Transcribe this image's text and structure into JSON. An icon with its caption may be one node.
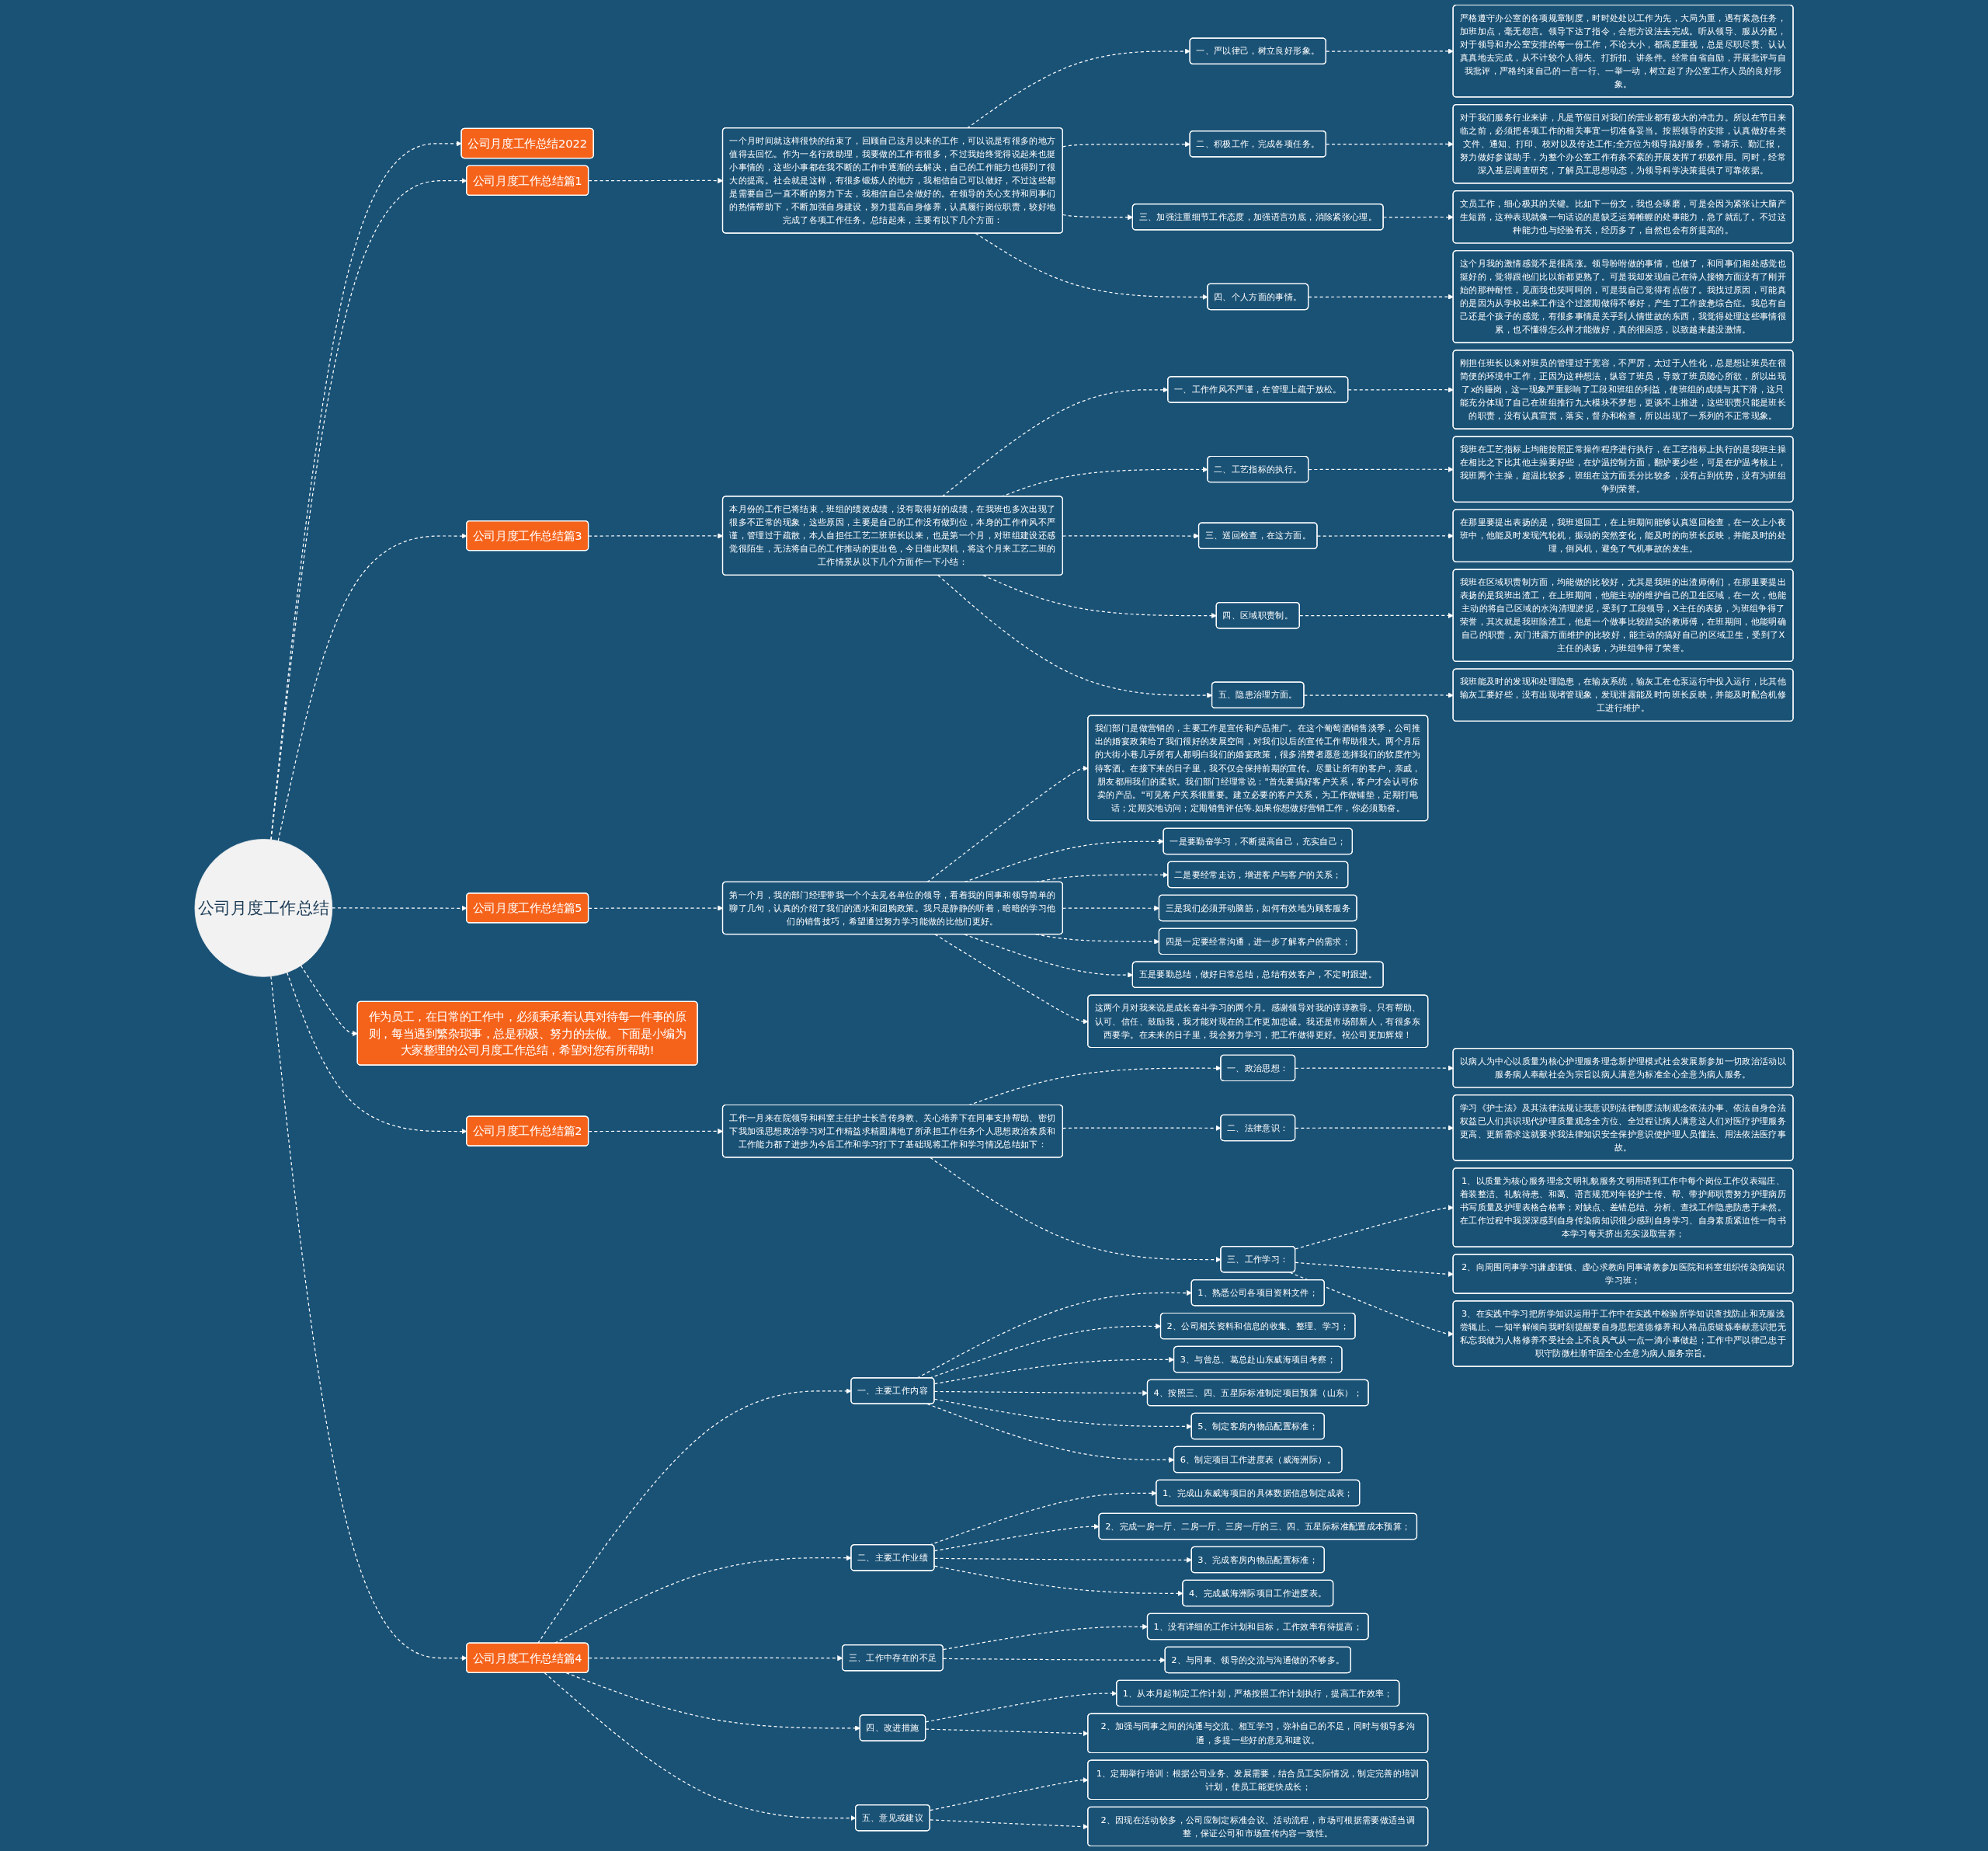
{
  "diagram": {
    "nodes": [
      {
        "text": [
          "公司月度工作总结"
        ]
      },
      {
        "text": [
          "公司月度工作总结2022"
        ]
      },
      {
        "text": [
          "公司月度工作总结篇1"
        ]
      },
      {
        "text": [
          "一个月时间就这样很快的结束了，回顾自己这月以来的工作，可以说是有很多的地方值得去回忆。作为一名行政助理，我要做的工作有很多，不过我始终觉得说起来也挺小事情的，这些小事都在我不断的工作中逐渐的去解决，自己的工作能力也得到了很大的提高。社会就是这样，有很多锻炼人的地方，我相信自己可以做好，不过这些都是需要自己一直不断的努力下去，我相信自己会做好的。在领导的关心支持和同事们的热情帮助下，不断加强自身建设，努力提高自身修养，认真履行岗位职责，较好地完成了各项工作任务。总结起来，主要有以下几个方面："
        ]
      },
      {
        "text": [
          "一、严以律己，树立良好形象。"
        ]
      },
      {
        "text": [
          "严格遵守办公室的各项规章制度，时时处处以工作为先，大局为重，遇有紧急任务，加班加点，毫无怨言。领导下达了指令，会想方设法去完成。听从领导、服从分配，对于领导和办公室安排的每一份工作，不论大小，都高度重视，总是尽职尽责、认认真真地去完成，从不计较个人得失、打折扣、讲条件。经常自省自励，开展批评与自我批评，严格约束自己的一言一行、一举一动，树立起了办公室工作人员的良好形象。"
        ]
      },
      {
        "text": [
          "二、积极工作，完成各项任务。"
        ]
      },
      {
        "text": [
          "对于我们服务行业来讲，凡是节假日对我们的营业都有极大的冲击力。所以在节日来临之前，必须把各项工作的相关事宜一切准备妥当。按照领导的安排，认真做好各类文件、通知、打印、校对以及传达工作;全方位为领导搞好服务，常请示、勤汇报，努力做好参谋助手，为整个办公室工作有条不紊的开展发挥了积极作用。同时，经常深入基层调查研究，了解员工思想动态，为领导科学决策提供了可靠依据。"
        ]
      },
      {
        "text": [
          "三、加强注重细节工作态度，加强语言功底，消除紧张心理。"
        ]
      },
      {
        "text": [
          "文员工作，细心极其的关键。比如下一份文，我也会琢磨，可是会因为紧张让大脑产生短路，这种表现就像一句话说的是缺乏运筹帷幄的处事能力，急了就乱了。不过这种能力也与经验有关，经历多了，自然也会有所提高的。"
        ]
      },
      {
        "text": [
          "四、个人方面的事情。"
        ]
      },
      {
        "text": [
          "这个月我的激情感觉不是很高涨。领导吩咐做的事情，也做了，和同事们相处感觉也挺好的，觉得跟他们比以前都更熟了。可是我却发现自己在待人接物方面没有了刚开始的那种耐性，见面我也笑呵呵的，可是我自己觉得有点假了。我找过原因，可能真的是因为从学校出来工作这个过渡期做得不够好，产生了工作疲惫综合症。我总有自己还是个孩子的感觉，有很多事情是关乎到人情世故的东西，我觉得处理这些事情很累，也不懂得怎么样才能做好，真的很困惑，以致越来越没激情。"
        ]
      },
      {
        "text": [
          "公司月度工作总结篇3"
        ]
      },
      {
        "text": [
          "本月份的工作已将结束，班组的绩效成绩，没有取得好的成绩，在我班也多次出现了很多不正常的现象，这些原因，主要是自己的工作没有做到位，本身的工作作风不严谨，管理过于疏散，本人自担任工艺二班班长以来，也是第一个月，对班组建设还感觉很陌生，无法将自己的工作推动的更出色，今日借此契机，将这个月来工艺二班的工作情景从以下几个方面作一下小结："
        ]
      },
      {
        "text": [
          "一、工作作风不严谨，在管理上疏于放松。"
        ]
      },
      {
        "text": [
          "刚担任班长以来对班员的管理过于宽容，不严厉，太过于人性化，总是想让班员在很简便的环境中工作，正因为这种想法，纵容了班员，导致了班员随心所欲，所以出现了x的睡岗，这一现象严重影响了工段和班组的利益，使班组的成绩与其下滑，这只能充分体现了自己在班组推行九大模块不梦想，更谈不上推进，这些职责只能是班长的职责，没有认真宣贯，落实，督办和检查，所以出现了一系列的不正常现象。"
        ]
      },
      {
        "text": [
          "二、工艺指标的执行。"
        ]
      },
      {
        "text": [
          "我班在工艺指标上均能按照正常操作程序进行执行，在工艺指标上执行的是我班主操在相比之下比其他主操要好些，在炉温控制方面，翻炉要少些，可是在炉温考核上，我班两个主操，超温比较多，班组在这方面丢分比较多，没有占到优势，没有为班组争到荣誉。"
        ]
      },
      {
        "text": [
          "三、巡回检查，在这方面。"
        ]
      },
      {
        "text": [
          "在那里要提出表扬的是，我班巡回工，在上班期间能够认真巡回检查，在一次上小夜班中，他能及时发现汽轮机，振动的突然变化，能及时的向班长反映，并能及时的处理，倒风机，避免了气机事故的发生。"
        ]
      },
      {
        "text": [
          "四、区域职责制。"
        ]
      },
      {
        "text": [
          "我班在区域职责制方面，均能做的比较好，尤其是我班的出渣师傅们，在那里要提出表扬的是我班出渣工，在上班期间，他能主动的维护自己的卫生区域，在一次，他能主动的将自己区域的水沟清理淤泥，受到了工段领导，X主任的表扬，为班组争得了荣誉，其次就是我班除渣工，他是一个做事比较踏实的教师傅，在班期间，他能明确自己的职责，灰门泄露方面维护的比较好，能主动的搞好自己的区域卫生，受到了X主任的表扬，为班组争得了荣誉。"
        ]
      },
      {
        "text": [
          "五、隐患治理方面。"
        ]
      },
      {
        "text": [
          "我班能及时的发现和处理隐患，在输灰系统，输灰工在仓泵运行中投入运行，比其他输灰工要好些，没有出现堵管现象，发现泄露能及时向班长反映，并能及时配合机修工进行维护。"
        ]
      },
      {
        "text": [
          "公司月度工作总结篇5"
        ]
      },
      {
        "text": [
          "第一个月，我的部门经理带我一个个去见各单位的领导，看着我的同事和领导简单的聊了几句，认真的介绍了我们的酒水和团购政策。我只是静静的听着，暗暗的学习他们的销售技巧，希望通过努力学习能做的比他们更好。"
        ]
      },
      {
        "text": [
          "我们部门是做营销的，主要工作是宣传和产品推广。在这个葡萄酒销售淡季，公司推出的婚宴政策给了我们很好的发展空间，对我们以后的宣传工作帮助很大。两个月后的大街小巷几乎所有人都明白我们的婚宴政策，很多消费者愿意选择我们的软度作为待客酒。在接下来的日子里，我不仅会保持前期的宣传。尽量让所有的客户，亲戚，朋友都用我们的柔软。我们部门经理常说：\"首先要搞好客户关系，客户才会认可你卖的产品。\"可见客户关系很重要。建立必要的客户关系，为工作做铺垫，定期打电话；定期实地访问；定期销售评估等.如果你想做好营销工作，你必须勤奋。"
        ]
      },
      {
        "text": [
          "一是要勤奋学习，不断提高自己，充实自己；"
        ]
      },
      {
        "text": [
          "二是要经常走访，增进客户与客户的关系；"
        ]
      },
      {
        "text": [
          "三是我们必须开动脑筋，如何有效地为顾客服务"
        ]
      },
      {
        "text": [
          "四是一定要经常沟通，进一步了解客户的需求；"
        ]
      },
      {
        "text": [
          "五是要勤总结，做好日常总结，总结有效客户，不定时跟进。"
        ]
      },
      {
        "text": [
          "这两个月对我来说是成长奋斗学习的两个月。感谢领导对我的谆谆教导。只有帮助、认可、信任、鼓励我，我才能对现在的工作更加忠诚。我还是市场部新人，有很多东西要学。在未来的日子里，我会努力学习，把工作做得更好。祝公司更加辉煌！"
        ]
      },
      {
        "text": [
          "作为员工，在日常的工作中，必须秉承着认真对待每一件事的原则，每当遇到繁杂琐事，总是积极、努力的去做。下面是小编为大家整理的公司月度工作总结，希望对您有所帮助!"
        ]
      },
      {
        "text": [
          "公司月度工作总结篇2"
        ]
      },
      {
        "text": [
          "工作一月来在院领导和科室主任护士长言传身教、关心培养下在同事支持帮助、密切下我加强思想政治学习对工作精益求精圆满地了所承担工作任务个人思想政治素质和工作能力都了进步为今后工作和学习打下了基础现将工作和学习情况总结如下："
        ]
      },
      {
        "text": [
          "一、政治思想："
        ]
      },
      {
        "text": [
          "以病人为中心以质量为核心护理服务理念新护理模式社会发展新参加一切政治活动以服务病人奉献社会为宗旨以病人满意为标准全心全意为病人服务。"
        ]
      },
      {
        "text": [
          "二、法律意识："
        ]
      },
      {
        "text": [
          "学习《护士法》及其法律法规让我意识到法律制度法制观念依法办事、依法自身合法权益已人们共识现代护理质量观念全方位、全过程让病人满意这人们对医疗护理服务更高、更新需求这就要求我法律知识安全保护意识使护理人员懂法、用法依法医疗事故。"
        ]
      },
      {
        "text": [
          "三、工作学习："
        ]
      },
      {
        "text": [
          "1、以质量为核心服务理念文明礼貌服务文明用语到工作中每个岗位工作仪表端庄、着装整洁、礼貌待患、和蔼、语言规范对年轻护士传、帮、带护师职责努力护理病历书写质量及护理表格合格率；对缺点、差错总结、分析、查找工作隐患防患于未然。在工作过程中我深深感到自身传染病知识很少感到自身学习、自身素质紧迫性一向书本学习每天挤出充实汲取营养；"
        ]
      },
      {
        "text": [
          "2、向周围同事学习谦虚谨慎、虚心求教向同事请教参加医院和科室组织传染病知识学习班；"
        ]
      },
      {
        "text": [
          "3、在实践中学习把所学知识运用于工作中在实践中检验所学知识查找防止和克服浅尝辄止、一知半解倾向我时刻提醒要自身思想道德修养和人格品质锻炼奉献意识把无私忘我做为人格修养不受社会上不良风气从一点一滴小事做起；工作中严以律己忠于职守防微杜渐牢固全心全意为病人服务宗旨。"
        ]
      },
      {
        "text": [
          "公司月度工作总结篇4"
        ]
      },
      {
        "text": [
          "一、主要工作内容"
        ]
      },
      {
        "text": [
          "1、熟悉公司各项目资料文件；"
        ]
      },
      {
        "text": [
          "2、公司相关资料和信息的收集、整理、学习；"
        ]
      },
      {
        "text": [
          "3、与曾总、葛总赴山东威海项目考察；"
        ]
      },
      {
        "text": [
          "4、按照三、四、五星际标准制定项目预算（山东）；"
        ]
      },
      {
        "text": [
          "5、制定客房内物品配置标准；"
        ]
      },
      {
        "text": [
          "6、制定项目工作进度表（威海洲际）。"
        ]
      },
      {
        "text": [
          "二、主要工作业绩"
        ]
      },
      {
        "text": [
          "1、完成山东威海项目的具体数据信息制定成表；"
        ]
      },
      {
        "text": [
          "2、完成一房一厅、二房一厅、三房一厅的三、四、五星际标准配置成本预算；"
        ]
      },
      {
        "text": [
          "3、完成客房内物品配置标准；"
        ]
      },
      {
        "text": [
          "4、完成威海洲际项目工作进度表。"
        ]
      },
      {
        "text": [
          "三、工作中存在的不足"
        ]
      },
      {
        "text": [
          "1、没有详细的工作计划和目标，工作效率有待提高；"
        ]
      },
      {
        "text": [
          "2、与同事、领导的交流与沟通做的不够多。"
        ]
      },
      {
        "text": [
          "四、改进措施"
        ]
      },
      {
        "text": [
          "1、从本月起制定工作计划，严格按照工作计划执行，提高工作效率；"
        ]
      },
      {
        "text": [
          "2、加强与同事之间的沟通与交流、相互学习，弥补自己的不足，同时与领导多沟通，多提一些好的意见和建议。"
        ]
      },
      {
        "text": [
          "五、意见或建议"
        ]
      },
      {
        "text": [
          "1、定期举行培训：根据公司业务、发展需要，结合员工实际情况，制定完善的培训计划，使员工能更快成长；"
        ]
      },
      {
        "text": [
          "2、因现在活动较多，公司应制定标准会议、活动流程，市场可根据需要做适当调整，保证公司和市场宣传内容一致性。"
        ]
      }
    ],
    "edges": [
      {
        "from": 0,
        "to": 1,
        "arrow": "to",
        "style": "dashed"
      },
      {
        "from": 0,
        "to": 2,
        "arrow": "to",
        "style": "dashed"
      },
      {
        "from": 2,
        "to": 3,
        "arrow": "to",
        "style": "dashed"
      },
      {
        "from": 3,
        "to": 4,
        "arrow": "to",
        "style": "dashed"
      },
      {
        "from": 4,
        "to": 5,
        "arrow": "to",
        "style": "dashed"
      },
      {
        "from": 3,
        "to": 6,
        "arrow": "to",
        "style": "dashed"
      },
      {
        "from": 6,
        "to": 7,
        "arrow": "to",
        "style": "dashed"
      },
      {
        "from": 3,
        "to": 8,
        "arrow": "to",
        "style": "dashed"
      },
      {
        "from": 8,
        "to": 9,
        "arrow": "to",
        "style": "dashed"
      },
      {
        "from": 3,
        "to": 10,
        "arrow": "to",
        "style": "dashed"
      },
      {
        "from": 10,
        "to": 11,
        "arrow": "to",
        "style": "dashed"
      },
      {
        "from": 0,
        "to": 12,
        "arrow": "to",
        "style": "dashed"
      },
      {
        "from": 12,
        "to": 13,
        "arrow": "to",
        "style": "dashed"
      },
      {
        "from": 13,
        "to": 14,
        "arrow": "to",
        "style": "dashed"
      },
      {
        "from": 14,
        "to": 15,
        "arrow": "to",
        "style": "dashed"
      },
      {
        "from": 13,
        "to": 16,
        "arrow": "to",
        "style": "dashed"
      },
      {
        "from": 16,
        "to": 17,
        "arrow": "to",
        "style": "dashed"
      },
      {
        "from": 13,
        "to": 18,
        "arrow": "to",
        "style": "dashed"
      },
      {
        "from": 18,
        "to": 19,
        "arrow": "to",
        "style": "dashed"
      },
      {
        "from": 13,
        "to": 20,
        "arrow": "to",
        "style": "dashed"
      },
      {
        "from": 20,
        "to": 21,
        "arrow": "to",
        "style": "dashed"
      },
      {
        "from": 13,
        "to": 22,
        "arrow": "to",
        "style": "dashed"
      },
      {
        "from": 22,
        "to": 23,
        "arrow": "to",
        "style": "dashed"
      },
      {
        "from": 0,
        "to": 24,
        "arrow": "to",
        "style": "dashed"
      },
      {
        "from": 24,
        "to": 25,
        "arrow": "to",
        "style": "dashed"
      },
      {
        "from": 25,
        "to": 26,
        "arrow": "to",
        "style": "dashed"
      },
      {
        "from": 25,
        "to": 27,
        "arrow": "to",
        "style": "dashed"
      },
      {
        "from": 25,
        "to": 28,
        "arrow": "to",
        "style": "dashed"
      },
      {
        "from": 25,
        "to": 29,
        "arrow": "to",
        "style": "dashed"
      },
      {
        "from": 25,
        "to": 30,
        "arrow": "to",
        "style": "dashed"
      },
      {
        "from": 25,
        "to": 31,
        "arrow": "to",
        "style": "dashed"
      },
      {
        "from": 25,
        "to": 32,
        "arrow": "to",
        "style": "dashed"
      },
      {
        "from": 0,
        "to": 33,
        "arrow": "to",
        "style": "dashed"
      },
      {
        "from": 0,
        "to": 34,
        "arrow": "to",
        "style": "dashed"
      },
      {
        "from": 34,
        "to": 35,
        "arrow": "to",
        "style": "dashed"
      },
      {
        "from": 35,
        "to": 36,
        "arrow": "to",
        "style": "dashed"
      },
      {
        "from": 36,
        "to": 37,
        "arrow": "to",
        "style": "dashed"
      },
      {
        "from": 35,
        "to": 38,
        "arrow": "to",
        "style": "dashed"
      },
      {
        "from": 38,
        "to": 39,
        "arrow": "to",
        "style": "dashed"
      },
      {
        "from": 35,
        "to": 40,
        "arrow": "to",
        "style": "dashed"
      },
      {
        "from": 40,
        "to": 41,
        "arrow": "to",
        "style": "dashed"
      },
      {
        "from": 40,
        "to": 42,
        "arrow": "to",
        "style": "dashed"
      },
      {
        "from": 40,
        "to": 43,
        "arrow": "to",
        "style": "dashed"
      },
      {
        "from": 0,
        "to": 44,
        "arrow": "to",
        "style": "dashed"
      },
      {
        "from": 44,
        "to": 45,
        "arrow": "to",
        "style": "dashed"
      },
      {
        "from": 45,
        "to": 46,
        "arrow": "to",
        "style": "dashed"
      },
      {
        "from": 45,
        "to": 47,
        "arrow": "to",
        "style": "dashed"
      },
      {
        "from": 45,
        "to": 48,
        "arrow": "to",
        "style": "dashed"
      },
      {
        "from": 45,
        "to": 49,
        "arrow": "to",
        "style": "dashed"
      },
      {
        "from": 45,
        "to": 50,
        "arrow": "to",
        "style": "dashed"
      },
      {
        "from": 45,
        "to": 51,
        "arrow": "to",
        "style": "dashed"
      },
      {
        "from": 44,
        "to": 52,
        "arrow": "to",
        "style": "dashed"
      },
      {
        "from": 52,
        "to": 53,
        "arrow": "to",
        "style": "dashed"
      },
      {
        "from": 52,
        "to": 54,
        "arrow": "to",
        "style": "dashed"
      },
      {
        "from": 52,
        "to": 55,
        "arrow": "to",
        "style": "dashed"
      },
      {
        "from": 52,
        "to": 56,
        "arrow": "to",
        "style": "dashed"
      },
      {
        "from": 44,
        "to": 57,
        "arrow": "to",
        "style": "dashed"
      },
      {
        "from": 57,
        "to": 58,
        "arrow": "to",
        "style": "dashed"
      },
      {
        "from": 57,
        "to": 59,
        "arrow": "to",
        "style": "dashed"
      },
      {
        "from": 44,
        "to": 60,
        "arrow": "to",
        "style": "dashed"
      },
      {
        "from": 60,
        "to": 61,
        "arrow": "to",
        "style": "dashed"
      },
      {
        "from": 60,
        "to": 62,
        "arrow": "to",
        "style": "dashed"
      },
      {
        "from": 44,
        "to": 63,
        "arrow": "to",
        "style": "dashed"
      },
      {
        "from": 63,
        "to": 64,
        "arrow": "to",
        "style": "dashed"
      },
      {
        "from": 63,
        "to": 65,
        "arrow": "to",
        "style": "dashed"
      }
    ]
  }
}
